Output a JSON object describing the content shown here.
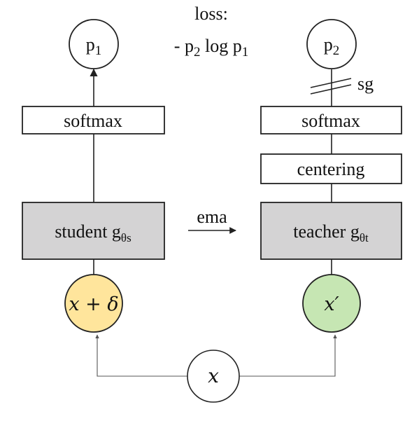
{
  "loss": {
    "title": "loss:",
    "formula_prefix": "- p",
    "formula_sub1": "2",
    "formula_mid": " log p",
    "formula_sub2": "1"
  },
  "student": {
    "output_label": "p",
    "output_sub": "1",
    "softmax_label": "softmax",
    "network_label": "student g",
    "network_sub": "θs",
    "input_label": "x + δ",
    "input_color": "#ffe59c"
  },
  "teacher": {
    "output_label": "p",
    "output_sub": "2",
    "stop_gradient_label": "sg",
    "softmax_label": "softmax",
    "centering_label": "centering",
    "network_label": "teacher g",
    "network_sub": "θt",
    "input_label": "x′",
    "input_color": "#c6e6b3"
  },
  "ema_label": "ema",
  "source_label": "x",
  "colors": {
    "network_fill": "#d4d3d4",
    "stroke": "#222222",
    "arrow": "#555555"
  }
}
